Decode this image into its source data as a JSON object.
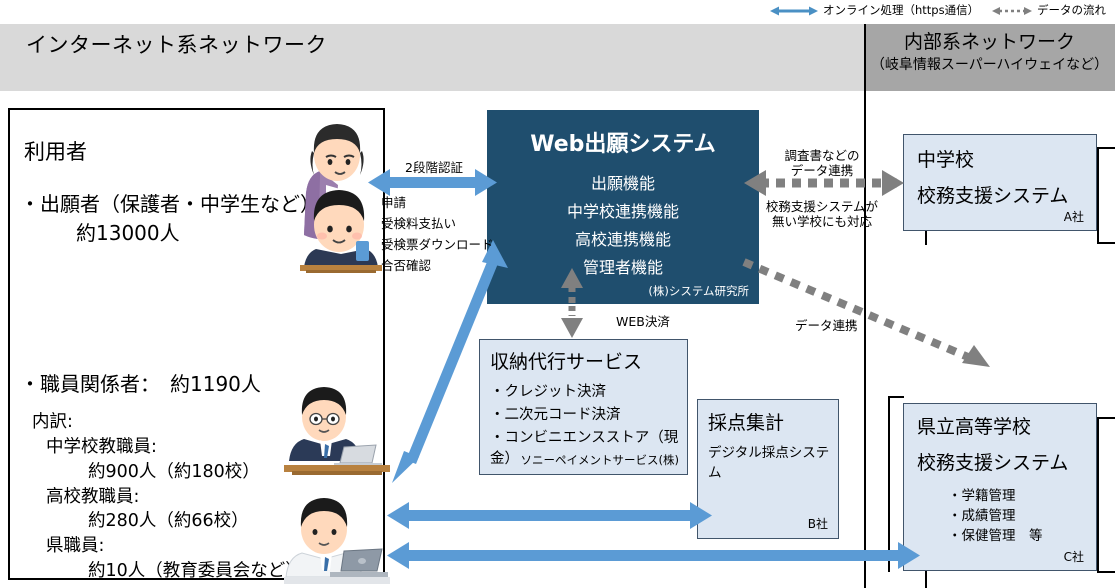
{
  "legend": {
    "online": "オンライン処理（https通信）",
    "dataflow": "データの流れ",
    "online_icon": "double-arrow-blue",
    "dataflow_icon": "dotted-double-arrow-gray",
    "online_color": "#4a90c4",
    "dataflow_color": "#808080"
  },
  "bands": {
    "internet": {
      "title": "インターネット系ネットワーク",
      "color": "#d9d9d9"
    },
    "internal": {
      "title": "内部系ネットワーク",
      "subtitle": "（岐阜情報スーパーハイウェイなど）",
      "color": "#a6a6a6"
    }
  },
  "users": {
    "title": "利用者",
    "applicant_line1": "・出願者（保護者・中学生など）",
    "applicant_line2": "約13000人",
    "staff_total": "・職員関係者：　約1190人",
    "breakdown_label": "内訳:",
    "breakdown": [
      {
        "label": "中学校教職員:",
        "value": "約900人（約180校）"
      },
      {
        "label": "高校教職員:",
        "value": "約280人（約66校）"
      },
      {
        "label": "県職員:",
        "value": "約10人（教育委員会など）"
      }
    ]
  },
  "web_system": {
    "title": "Web出願システム",
    "functions": [
      "出願機能",
      "中学校連携機能",
      "高校連携機能",
      "管理者機能"
    ],
    "vendor": "(株)システム研究所",
    "color": "#1f4e6e"
  },
  "payment_box": {
    "title": "収納代行サービス",
    "items": [
      "・クレジット決済",
      "・二次元コード決済",
      "・コンビニエンスストア（現金）"
    ],
    "vendor": "ソニーペイメントサービス(株)",
    "color": "#dce6f2"
  },
  "scoring_box": {
    "title": "採点集計",
    "subtitle": "デジタル採点システム",
    "vendor": "B社",
    "color": "#dce6f2"
  },
  "junior_high_box": {
    "title": "中学校",
    "subtitle": "校務支援システム",
    "vendor": "A社",
    "color": "#dce6f2"
  },
  "prefectural_high_box": {
    "title": "県立高等学校",
    "subtitle": "校務支援システム",
    "items": [
      "・学籍管理",
      "・成績管理",
      "・保健管理　等"
    ],
    "vendor": "C社",
    "color": "#dce6f2"
  },
  "arrow_labels": {
    "two_factor": "2段階認証",
    "user_actions": [
      "申請",
      "受検料支払い",
      "受検票ダウンロード",
      "合否確認"
    ],
    "web_payment": "WEB決済",
    "jhs_link_top1": "調査書などの",
    "jhs_link_top2": "データ連携",
    "jhs_link_bottom1": "校務支援システムが",
    "jhs_link_bottom2": "無い学校にも対応",
    "data_link": "データ連携"
  }
}
